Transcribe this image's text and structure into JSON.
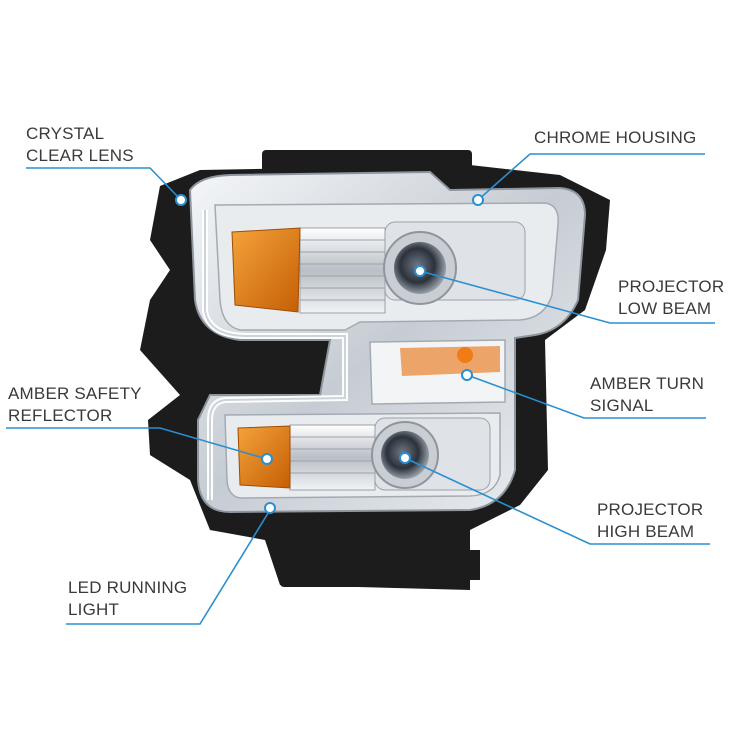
{
  "callouts": {
    "crystal_clear_lens": [
      "CRYSTAL",
      "CLEAR LENS"
    ],
    "chrome_housing": [
      "CHROME HOUSING"
    ],
    "projector_low_beam": [
      "PROJECTOR",
      "LOW BEAM"
    ],
    "amber_safety_reflector": [
      "AMBER SAFETY",
      "REFLECTOR"
    ],
    "amber_turn_signal": [
      "AMBER TURN",
      "SIGNAL"
    ],
    "projector_high_beam": [
      "PROJECTOR",
      "HIGH BEAM"
    ],
    "led_running_light": [
      "LED RUNNING",
      "LIGHT"
    ]
  },
  "colors": {
    "callout_line": "#2a8fd0",
    "label_text": "#3a3a3a",
    "amber": "#e07a10",
    "chrome": "#d9dde2",
    "housing_black": "#1c1c1c"
  }
}
